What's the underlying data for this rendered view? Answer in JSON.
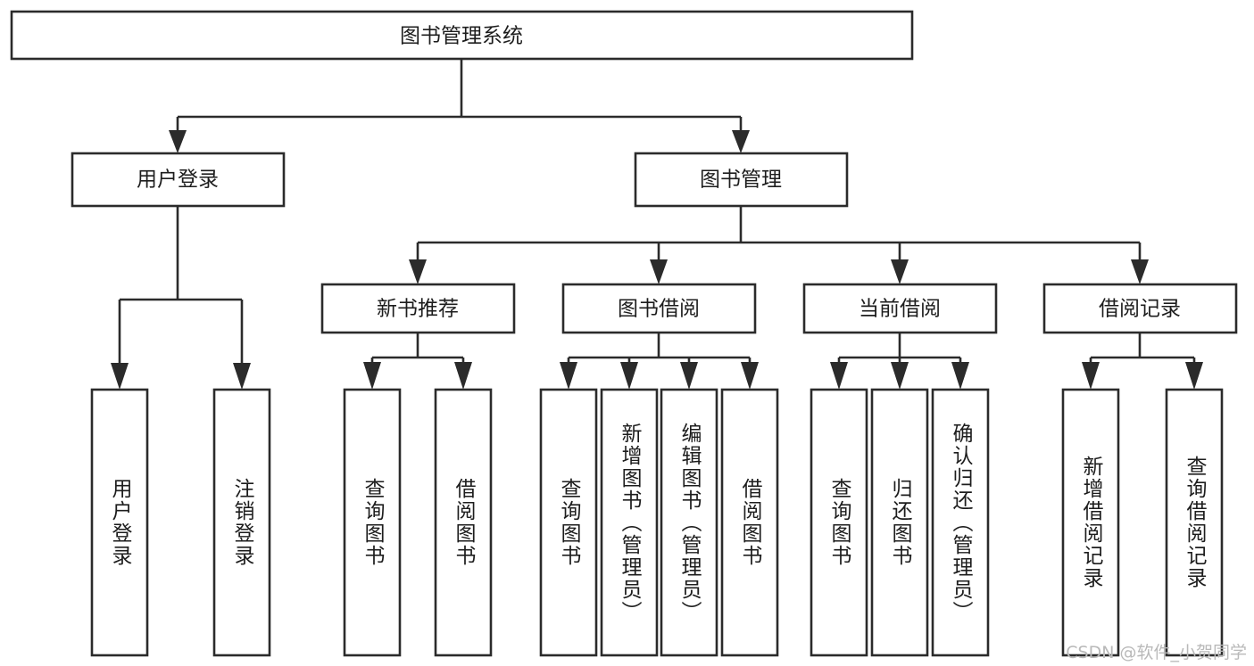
{
  "chart_data": {
    "type": "diagram",
    "title": "图书管理系统",
    "subtype": "tree-hierarchy / functional decomposition",
    "orientation": "top-down",
    "levels": 4,
    "node_count": 20,
    "nodes": [
      {
        "id": "root",
        "label": "图书管理系统",
        "level": 0,
        "parent": null
      },
      {
        "id": "login",
        "label": "用户登录",
        "level": 1,
        "parent": "root"
      },
      {
        "id": "bookmgmt",
        "label": "图书管理",
        "level": 1,
        "parent": "root"
      },
      {
        "id": "newbook",
        "label": "新书推荐",
        "level": 2,
        "parent": "bookmgmt"
      },
      {
        "id": "borrow",
        "label": "图书借阅",
        "level": 2,
        "parent": "bookmgmt"
      },
      {
        "id": "current",
        "label": "当前借阅",
        "level": 2,
        "parent": "bookmgmt"
      },
      {
        "id": "records",
        "label": "借阅记录",
        "level": 2,
        "parent": "bookmgmt"
      },
      {
        "id": "l1",
        "label": "用户登录",
        "level": 3,
        "parent": "login"
      },
      {
        "id": "l2",
        "label": "注销登录",
        "level": 3,
        "parent": "login"
      },
      {
        "id": "l3",
        "label": "查询图书",
        "level": 3,
        "parent": "newbook"
      },
      {
        "id": "l4",
        "label": "借阅图书",
        "level": 3,
        "parent": "newbook"
      },
      {
        "id": "l5",
        "label": "查询图书",
        "level": 3,
        "parent": "borrow"
      },
      {
        "id": "l6",
        "label": "新增图书（管理员）",
        "level": 3,
        "parent": "borrow"
      },
      {
        "id": "l7",
        "label": "编辑图书（管理员）",
        "level": 3,
        "parent": "borrow"
      },
      {
        "id": "l8",
        "label": "借阅图书",
        "level": 3,
        "parent": "borrow"
      },
      {
        "id": "l9",
        "label": "查询图书",
        "level": 3,
        "parent": "current"
      },
      {
        "id": "l10",
        "label": "归还图书",
        "level": 3,
        "parent": "current"
      },
      {
        "id": "l11",
        "label": "确认归还（管理员）",
        "level": 3,
        "parent": "current"
      },
      {
        "id": "l12",
        "label": "新增借阅记录",
        "level": 3,
        "parent": "records"
      },
      {
        "id": "l13",
        "label": "查询借阅记录",
        "level": 3,
        "parent": "records"
      }
    ],
    "edges": [
      {
        "from": "root",
        "to": "login"
      },
      {
        "from": "root",
        "to": "bookmgmt"
      },
      {
        "from": "bookmgmt",
        "to": "newbook"
      },
      {
        "from": "bookmgmt",
        "to": "borrow"
      },
      {
        "from": "bookmgmt",
        "to": "current"
      },
      {
        "from": "bookmgmt",
        "to": "records"
      },
      {
        "from": "login",
        "to": "l1"
      },
      {
        "from": "login",
        "to": "l2"
      },
      {
        "from": "newbook",
        "to": "l3"
      },
      {
        "from": "newbook",
        "to": "l4"
      },
      {
        "from": "borrow",
        "to": "l5"
      },
      {
        "from": "borrow",
        "to": "l6"
      },
      {
        "from": "borrow",
        "to": "l7"
      },
      {
        "from": "borrow",
        "to": "l8"
      },
      {
        "from": "current",
        "to": "l9"
      },
      {
        "from": "current",
        "to": "l10"
      },
      {
        "from": "current",
        "to": "l11"
      },
      {
        "from": "records",
        "to": "l12"
      },
      {
        "from": "records",
        "to": "l13"
      }
    ],
    "colors": {
      "box_stroke": "#2b2b2b",
      "box_fill": "#ffffff",
      "text": "#1d1d1d",
      "background": "#ffffff",
      "watermark": "#b9b9b9"
    }
  },
  "root": {
    "label": "图书管理系统"
  },
  "level1": [
    {
      "label": "用户登录"
    },
    {
      "label": "图书管理"
    }
  ],
  "level2": [
    {
      "label": "新书推荐"
    },
    {
      "label": "图书借阅"
    },
    {
      "label": "当前借阅"
    },
    {
      "label": "借阅记录"
    }
  ],
  "leaves": [
    {
      "label": "用户登录"
    },
    {
      "label": "注销登录"
    },
    {
      "label": "查询图书"
    },
    {
      "label": "借阅图书"
    },
    {
      "label": "查询图书"
    },
    {
      "label": "新增图书（管理员）"
    },
    {
      "label": "编辑图书（管理员）"
    },
    {
      "label": "借阅图书"
    },
    {
      "label": "查询图书"
    },
    {
      "label": "归还图书"
    },
    {
      "label": "确认归还（管理员）"
    },
    {
      "label": "新增借阅记录"
    },
    {
      "label": "查询借阅记录"
    }
  ],
  "watermark": {
    "text": "CSDN @软件_小贺同学"
  }
}
